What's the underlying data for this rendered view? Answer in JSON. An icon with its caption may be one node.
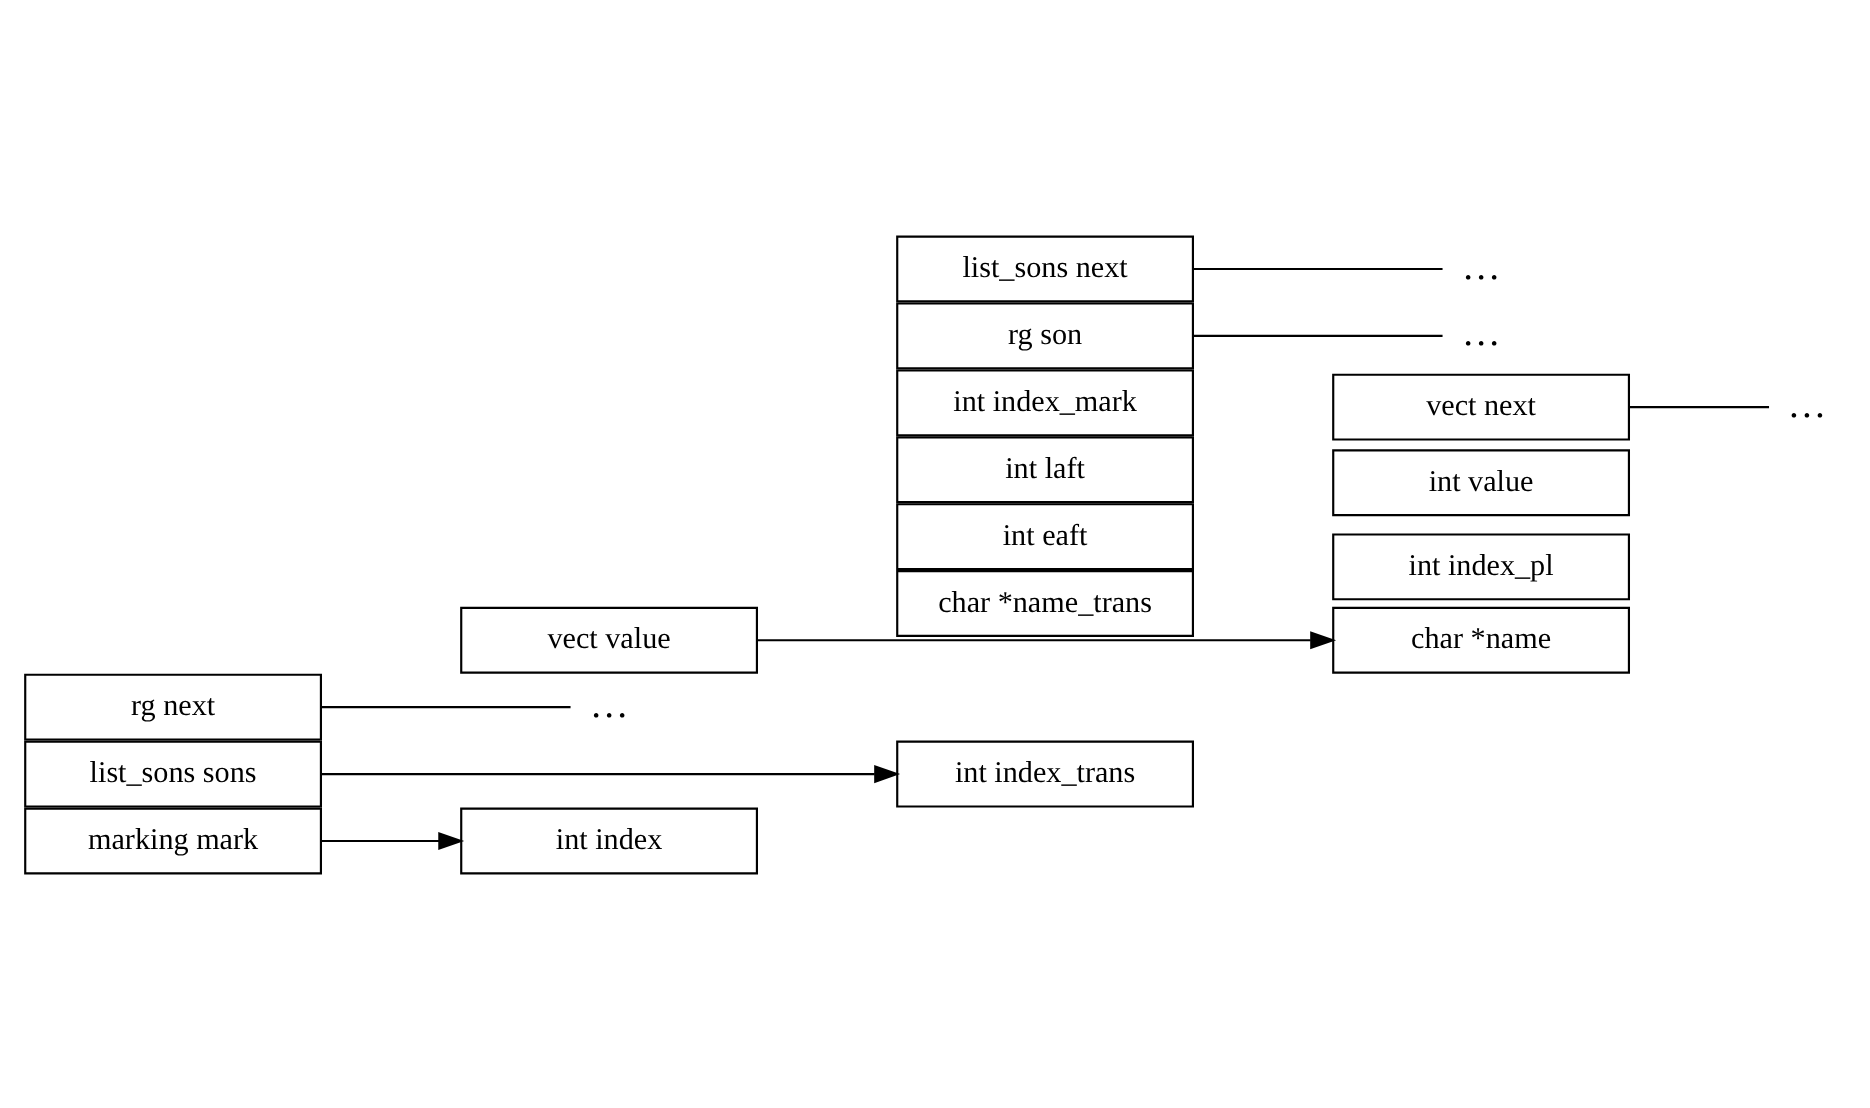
{
  "diagram": {
    "nodes": [
      {
        "text": [
          "marking mark"
        ]
      },
      {
        "text": [
          "list_sons sons"
        ]
      },
      {
        "text": [
          "rg next"
        ]
      },
      {
        "text": [
          "int index"
        ]
      },
      {
        "text": [
          "vect value"
        ]
      },
      {
        "text": [
          "char *name"
        ]
      },
      {
        "text": [
          "int index_pl"
        ]
      },
      {
        "text": [
          "int value"
        ]
      },
      {
        "text": [
          "vect next"
        ]
      },
      {
        "text": [
          "int index_trans"
        ]
      },
      {
        "text": [
          "char *name_trans"
        ]
      },
      {
        "text": [
          "int eaft"
        ]
      },
      {
        "text": [
          "int laft"
        ]
      },
      {
        "text": [
          "int index_mark"
        ]
      },
      {
        "text": [
          "rg son"
        ]
      },
      {
        "text": [
          "list_sons next"
        ]
      },
      {
        "text": [
          "…"
        ]
      },
      {
        "text": [
          "…"
        ]
      },
      {
        "text": [
          "…"
        ]
      },
      {
        "text": [
          "…"
        ]
      }
    ],
    "edges": [
      {
        "from": 0,
        "to": 3,
        "arrow": "to"
      },
      {
        "from": 4,
        "to": 5,
        "arrow": "to"
      },
      {
        "from": 1,
        "to": 9,
        "arrow": "to"
      },
      {
        "from": 2,
        "to": 16,
        "arrow": "none"
      },
      {
        "from": 8,
        "to": 17,
        "arrow": "none"
      },
      {
        "from": 14,
        "to": 18,
        "arrow": "none"
      },
      {
        "from": 15,
        "to": 19,
        "arrow": "none"
      }
    ]
  }
}
